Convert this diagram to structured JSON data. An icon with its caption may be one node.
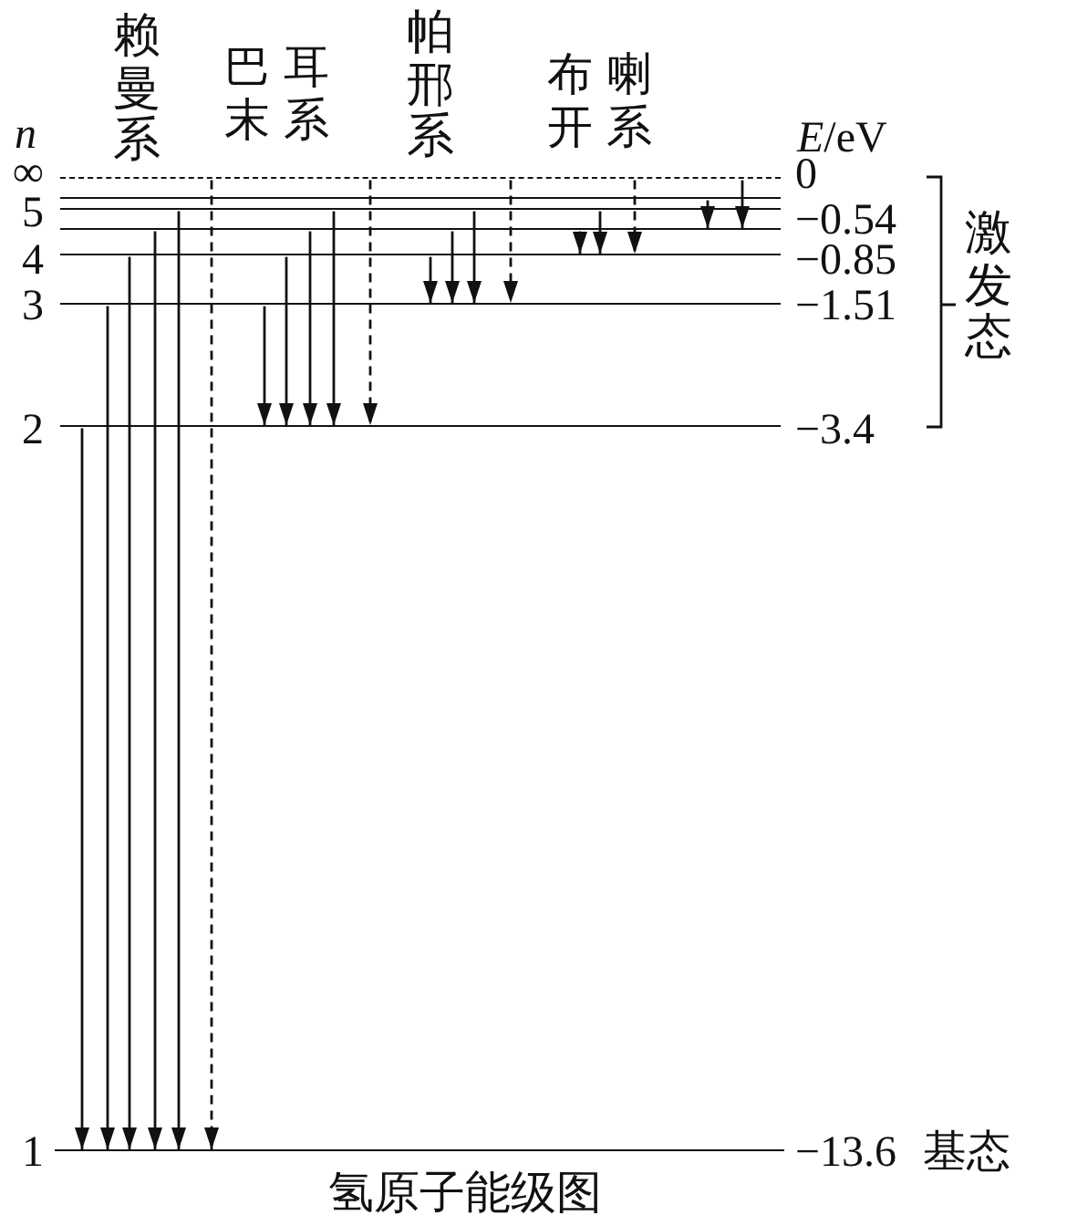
{
  "diagram": {
    "caption": "氢原子能级图",
    "nodes": [
      {
        "text": [],
        "shape": "bar",
        "beside": [
          "∞",
          "0"
        ]
      },
      {
        "text": [],
        "shape": "bar"
      },
      {
        "text": [],
        "shape": "bar"
      },
      {
        "text": [],
        "shape": "bar",
        "beside": [
          "5",
          "−0.54"
        ]
      },
      {
        "text": [],
        "shape": "bar",
        "beside": [
          "4",
          "−0.85"
        ]
      },
      {
        "text": [],
        "shape": "bar",
        "beside": [
          "3",
          "−1.51"
        ]
      },
      {
        "text": [],
        "shape": "bar",
        "beside": [
          "2",
          "−3.4"
        ]
      },
      {
        "text": [],
        "shape": "bar",
        "beside": [
          "1",
          "−13.6",
          "基态"
        ]
      }
    ],
    "edges": [
      {
        "from": 6,
        "to": 7,
        "arrow": "to"
      },
      {
        "from": 5,
        "to": 7,
        "arrow": "to"
      },
      {
        "from": 4,
        "to": 7,
        "arrow": "to"
      },
      {
        "from": 3,
        "to": 7,
        "arrow": "to"
      },
      {
        "from": 2,
        "to": 7,
        "arrow": "to"
      },
      {
        "from": 0,
        "to": 7,
        "arrow": "to",
        "style": "dashed"
      },
      {
        "from": 5,
        "to": 6,
        "arrow": "to"
      },
      {
        "from": 4,
        "to": 6,
        "arrow": "to"
      },
      {
        "from": 3,
        "to": 6,
        "arrow": "to"
      },
      {
        "from": 2,
        "to": 6,
        "arrow": "to"
      },
      {
        "from": 0,
        "to": 6,
        "arrow": "to",
        "style": "dashed"
      },
      {
        "from": 4,
        "to": 5,
        "arrow": "to"
      },
      {
        "from": 3,
        "to": 5,
        "arrow": "to"
      },
      {
        "from": 2,
        "to": 5,
        "arrow": "to"
      },
      {
        "from": 0,
        "to": 5,
        "arrow": "to",
        "style": "dashed"
      },
      {
        "from": 3,
        "to": 4,
        "arrow": "to"
      },
      {
        "from": 2,
        "to": 4,
        "arrow": "to"
      },
      {
        "from": 0,
        "to": 4,
        "arrow": "to",
        "style": "dashed"
      },
      {
        "from": 1,
        "to": 3,
        "arrow": "to"
      },
      {
        "from": 0,
        "to": 3,
        "arrow": "to"
      }
    ],
    "labels": [
      "赖曼系",
      "巴耳末系",
      "帕邢系",
      "布喇开系",
      "n",
      "*E*/eV",
      "激发态"
    ]
  }
}
